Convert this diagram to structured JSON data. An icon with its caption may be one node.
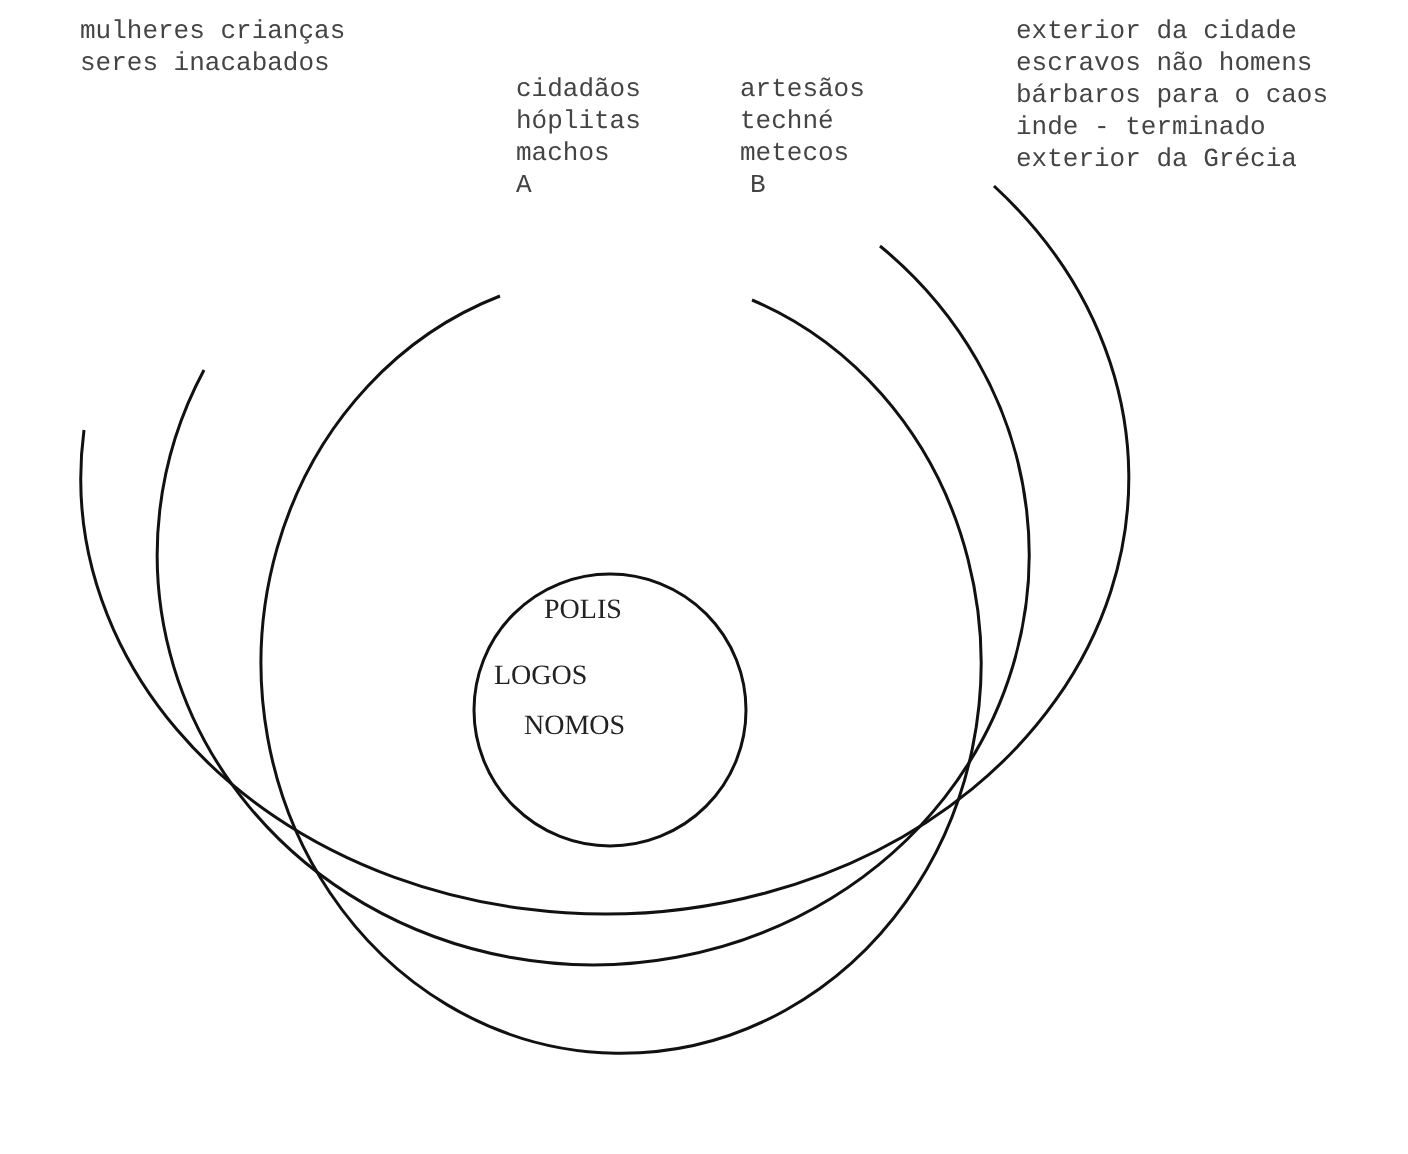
{
  "diagram": {
    "nodes": [
      {
        "text": [
          "cidadãos hóplitas machos",
          "A",
          "artesãos techné metecos",
          "B"
        ]
      },
      {
        "text": [
          "mulheres crianças seres inacabados"
        ]
      },
      {
        "text": [
          "exterior da cidade escravos não homens bárbaros para o caos inde - terminado exterior da Grécia"
        ]
      },
      {
        "text": [
          "POLIS",
          "LOGOS",
          "NOMOS"
        ],
        "in": 0
      }
    ]
  }
}
